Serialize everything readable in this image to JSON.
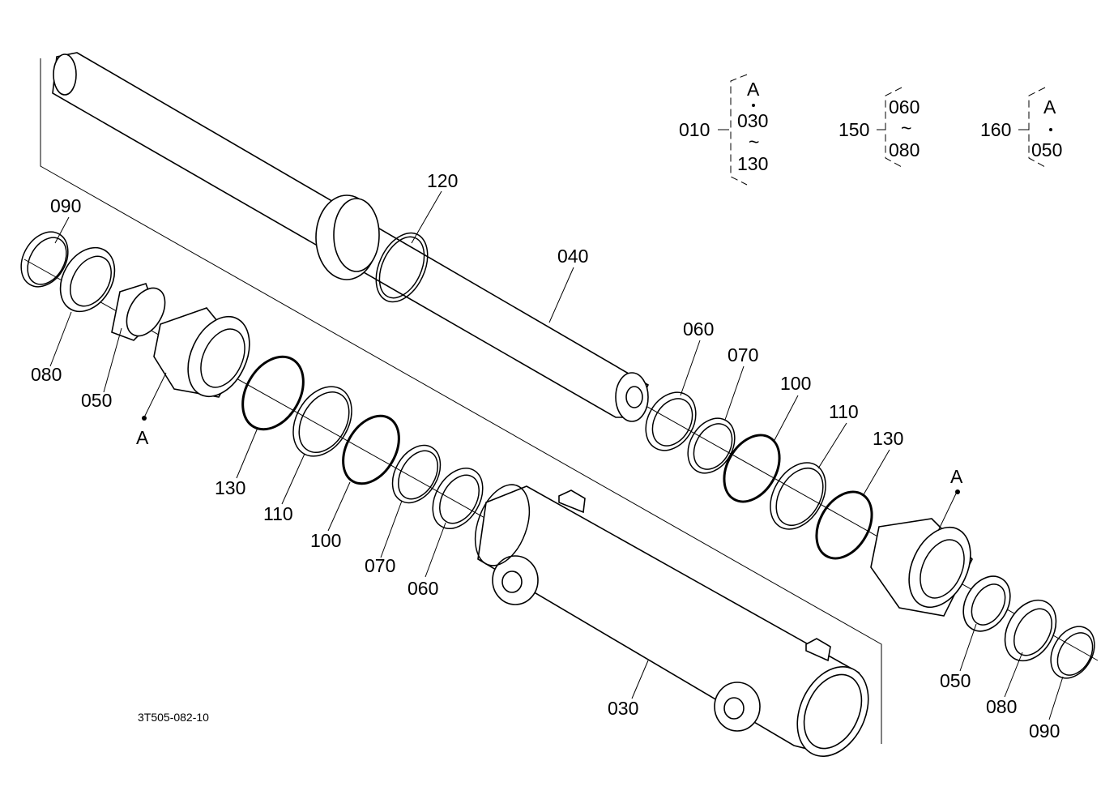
{
  "drawing_code": "3T505-082-10",
  "callouts": [
    {
      "id": "c120a",
      "text": "120"
    },
    {
      "id": "c040",
      "text": "040"
    },
    {
      "id": "c090l",
      "text": "090"
    },
    {
      "id": "c080l",
      "text": "080"
    },
    {
      "id": "c050l",
      "text": "050"
    },
    {
      "id": "cAl",
      "text": "A"
    },
    {
      "id": "c130l",
      "text": "130"
    },
    {
      "id": "c110l",
      "text": "110"
    },
    {
      "id": "c100l",
      "text": "100"
    },
    {
      "id": "c070l",
      "text": "070"
    },
    {
      "id": "c060l",
      "text": "060"
    },
    {
      "id": "c060r",
      "text": "060"
    },
    {
      "id": "c070r",
      "text": "070"
    },
    {
      "id": "c100r",
      "text": "100"
    },
    {
      "id": "c110r",
      "text": "110"
    },
    {
      "id": "c130r",
      "text": "130"
    },
    {
      "id": "cAr",
      "text": "A"
    },
    {
      "id": "c050r",
      "text": "050"
    },
    {
      "id": "c080r",
      "text": "080"
    },
    {
      "id": "c090r",
      "text": "090"
    },
    {
      "id": "c030",
      "text": "030"
    }
  ],
  "assembly_legend": [
    {
      "parent": "010",
      "items": [
        "A",
        "030",
        "~",
        "130"
      ]
    },
    {
      "parent": "150",
      "items": [
        "060",
        "~",
        "080"
      ]
    },
    {
      "parent": "160",
      "items": [
        "A",
        "050"
      ]
    }
  ]
}
